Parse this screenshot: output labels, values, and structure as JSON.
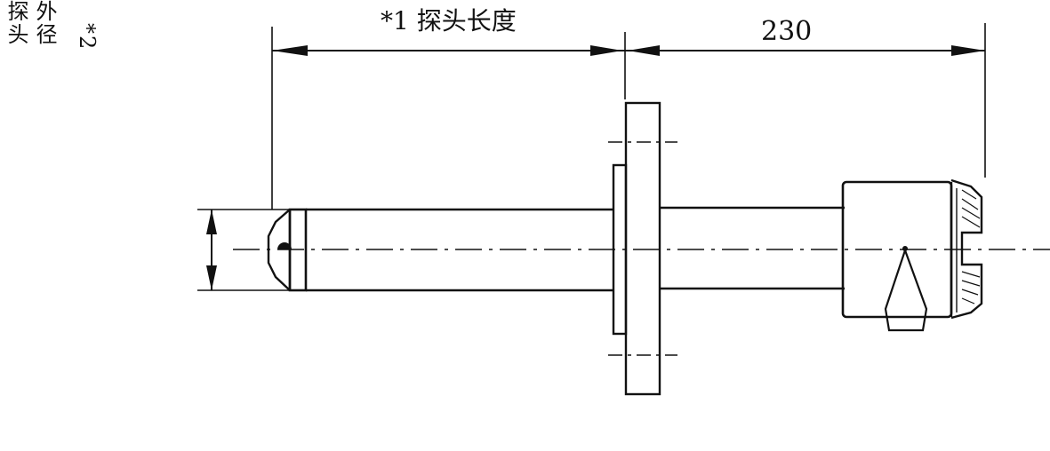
{
  "labels": {
    "probe_length": "*1 探头长度",
    "dim_230": "230",
    "probe_od_line1": "探头",
    "probe_od_line2": "外径",
    "probe_od_note": "*2"
  }
}
